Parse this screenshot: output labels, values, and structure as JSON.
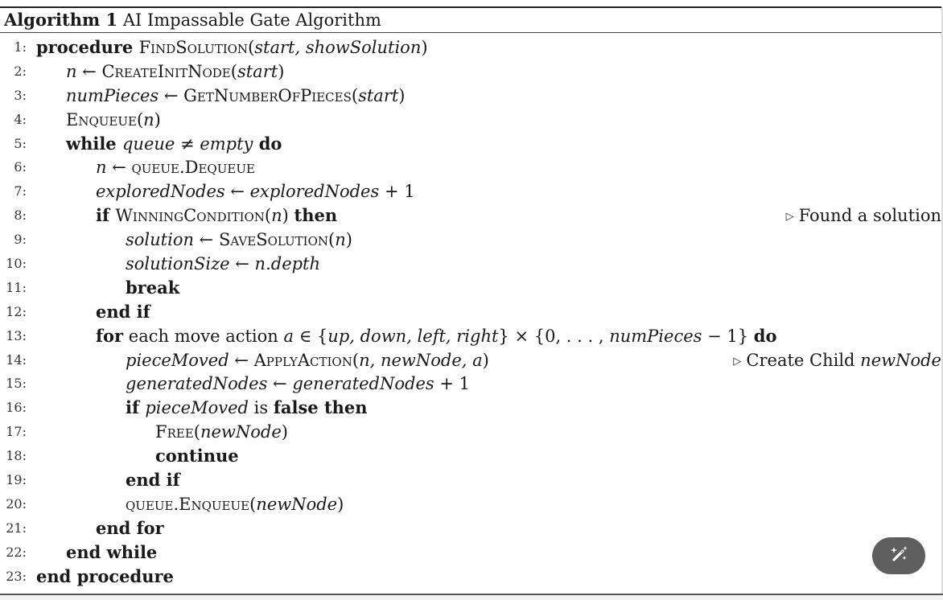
{
  "algorithm": {
    "label": "Algorithm 1",
    "title": "AI Impassable Gate Algorithm"
  },
  "lines": [
    {
      "num": "1:",
      "indent": 0,
      "parts": [
        {
          "t": "procedure ",
          "s": "kw"
        },
        {
          "t": "FindSolution",
          "s": "sc"
        },
        {
          "t": "(",
          "s": ""
        },
        {
          "t": "start, showSolution",
          "s": "it"
        },
        {
          "t": ")",
          "s": ""
        }
      ]
    },
    {
      "num": "2:",
      "indent": 1,
      "parts": [
        {
          "t": "n",
          "s": "it"
        },
        {
          "t": " ← ",
          "s": ""
        },
        {
          "t": "CreateInitNode",
          "s": "sc"
        },
        {
          "t": "(",
          "s": ""
        },
        {
          "t": "start",
          "s": "it"
        },
        {
          "t": ")",
          "s": ""
        }
      ]
    },
    {
      "num": "3:",
      "indent": 1,
      "parts": [
        {
          "t": "numPieces",
          "s": "it"
        },
        {
          "t": " ← ",
          "s": ""
        },
        {
          "t": "GetNumberOfPieces",
          "s": "sc"
        },
        {
          "t": "(",
          "s": ""
        },
        {
          "t": "start",
          "s": "it"
        },
        {
          "t": ")",
          "s": ""
        }
      ]
    },
    {
      "num": "4:",
      "indent": 1,
      "parts": [
        {
          "t": "Enqueue",
          "s": "sc"
        },
        {
          "t": "(",
          "s": ""
        },
        {
          "t": "n",
          "s": "it"
        },
        {
          "t": ")",
          "s": ""
        }
      ]
    },
    {
      "num": "5:",
      "indent": 1,
      "parts": [
        {
          "t": "while ",
          "s": "kw"
        },
        {
          "t": "queue",
          "s": "it"
        },
        {
          "t": " ≠ ",
          "s": ""
        },
        {
          "t": "empty",
          "s": "it"
        },
        {
          "t": " do",
          "s": "kw"
        }
      ]
    },
    {
      "num": "6:",
      "indent": 2,
      "parts": [
        {
          "t": "n",
          "s": "it"
        },
        {
          "t": " ← ",
          "s": ""
        },
        {
          "t": "queue.Dequeue",
          "s": "sc"
        }
      ]
    },
    {
      "num": "7:",
      "indent": 2,
      "parts": [
        {
          "t": "exploredNodes",
          "s": "it"
        },
        {
          "t": " ← ",
          "s": ""
        },
        {
          "t": "exploredNodes",
          "s": "it"
        },
        {
          "t": " + 1",
          "s": ""
        }
      ]
    },
    {
      "num": "8:",
      "indent": 2,
      "parts": [
        {
          "t": "if ",
          "s": "kw"
        },
        {
          "t": "WinningCondition",
          "s": "sc"
        },
        {
          "t": "(",
          "s": ""
        },
        {
          "t": "n",
          "s": "it"
        },
        {
          "t": ") ",
          "s": ""
        },
        {
          "t": "then",
          "s": "kw"
        }
      ],
      "comment": [
        {
          "t": "Found a solution",
          "s": ""
        }
      ]
    },
    {
      "num": "9:",
      "indent": 3,
      "parts": [
        {
          "t": "solution",
          "s": "it"
        },
        {
          "t": " ← ",
          "s": ""
        },
        {
          "t": "SaveSolution",
          "s": "sc"
        },
        {
          "t": "(",
          "s": ""
        },
        {
          "t": "n",
          "s": "it"
        },
        {
          "t": ")",
          "s": ""
        }
      ]
    },
    {
      "num": "10:",
      "indent": 3,
      "parts": [
        {
          "t": "solutionSize",
          "s": "it"
        },
        {
          "t": " ← ",
          "s": ""
        },
        {
          "t": "n.depth",
          "s": "it"
        }
      ]
    },
    {
      "num": "11:",
      "indent": 3,
      "parts": [
        {
          "t": "break",
          "s": "kw"
        }
      ]
    },
    {
      "num": "12:",
      "indent": 2,
      "parts": [
        {
          "t": "end if",
          "s": "kw"
        }
      ]
    },
    {
      "num": "13:",
      "indent": 2,
      "parts": [
        {
          "t": "for",
          "s": "kw"
        },
        {
          "t": " each move action ",
          "s": ""
        },
        {
          "t": "a",
          "s": "it"
        },
        {
          "t": " ∈ {",
          "s": ""
        },
        {
          "t": "up, down, left, right",
          "s": "it"
        },
        {
          "t": "} × {0, . . . , ",
          "s": ""
        },
        {
          "t": "numPieces",
          "s": "it"
        },
        {
          "t": " − 1} ",
          "s": ""
        },
        {
          "t": "do",
          "s": "kw"
        }
      ]
    },
    {
      "num": "14:",
      "indent": 3,
      "parts": [
        {
          "t": "pieceMoved",
          "s": "it"
        },
        {
          "t": " ← ",
          "s": ""
        },
        {
          "t": "ApplyAction",
          "s": "sc"
        },
        {
          "t": "(",
          "s": ""
        },
        {
          "t": "n, newNode, a",
          "s": "it"
        },
        {
          "t": ")",
          "s": ""
        }
      ],
      "comment": [
        {
          "t": "Create Child ",
          "s": ""
        },
        {
          "t": "newNode",
          "s": "it"
        }
      ]
    },
    {
      "num": "15:",
      "indent": 3,
      "parts": [
        {
          "t": "generatedNodes",
          "s": "it"
        },
        {
          "t": " ← ",
          "s": ""
        },
        {
          "t": "generatedNodes",
          "s": "it"
        },
        {
          "t": " + 1",
          "s": ""
        }
      ]
    },
    {
      "num": "16:",
      "indent": 3,
      "parts": [
        {
          "t": "if ",
          "s": "kw"
        },
        {
          "t": "pieceMoved",
          "s": "it"
        },
        {
          "t": " is ",
          "s": ""
        },
        {
          "t": "false then",
          "s": "kw"
        }
      ]
    },
    {
      "num": "17:",
      "indent": 4,
      "parts": [
        {
          "t": "Free",
          "s": "sc"
        },
        {
          "t": "(",
          "s": ""
        },
        {
          "t": "newNode",
          "s": "it"
        },
        {
          "t": ")",
          "s": ""
        }
      ]
    },
    {
      "num": "18:",
      "indent": 4,
      "parts": [
        {
          "t": "continue",
          "s": "kw"
        }
      ]
    },
    {
      "num": "19:",
      "indent": 3,
      "parts": [
        {
          "t": "end if",
          "s": "kw"
        }
      ]
    },
    {
      "num": "20:",
      "indent": 3,
      "parts": [
        {
          "t": "queue.Enqueue",
          "s": "sc"
        },
        {
          "t": "(",
          "s": ""
        },
        {
          "t": "newNode",
          "s": "it"
        },
        {
          "t": ")",
          "s": ""
        }
      ]
    },
    {
      "num": "21:",
      "indent": 2,
      "parts": [
        {
          "t": "end for",
          "s": "kw"
        }
      ]
    },
    {
      "num": "22:",
      "indent": 1,
      "parts": [
        {
          "t": "end while",
          "s": "kw"
        }
      ]
    },
    {
      "num": "23:",
      "indent": 0,
      "parts": [
        {
          "t": "end procedure",
          "s": "kw"
        }
      ]
    }
  ],
  "comment_marker": "▷",
  "floating_button": {
    "icon": "magic-wand-icon",
    "color": "#5f5f5f"
  }
}
